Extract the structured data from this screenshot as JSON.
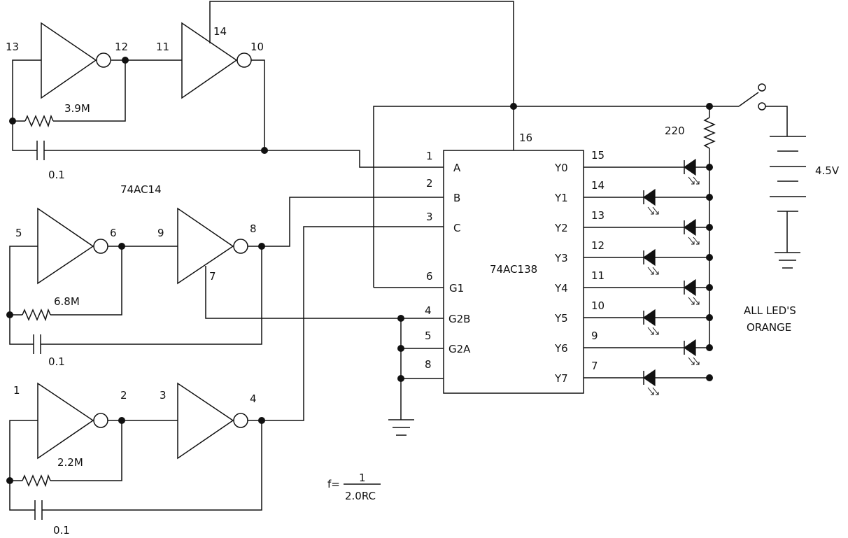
{
  "labels": {
    "p13": "13",
    "p12": "12",
    "p11": "11",
    "p14": "14",
    "p10": "10",
    "r1": "3.9M",
    "c1": "0.1",
    "ic1": "74AC14",
    "p5": "5",
    "p6": "6",
    "p9": "9",
    "p8": "8",
    "p7": "7",
    "r2": "6.8M",
    "c2": "0.1",
    "p1": "1",
    "p2": "2",
    "p3": "3",
    "p4": "4",
    "r3": "2.2M",
    "c3": "0.1",
    "formula_lhs": "f=",
    "formula_num": "1",
    "formula_den": "2.0RC",
    "ic2": "74AC138",
    "vcc_pin": "16",
    "pin_a": "1",
    "pin_b": "2",
    "pin_c": "3",
    "pin_g1": "6",
    "pin_g2b": "4",
    "pin_g2a": "5",
    "pin_gnd": "8",
    "in_a": "A",
    "in_b": "B",
    "in_c": "C",
    "in_g1": "G1",
    "in_g2b": "G2B",
    "in_g2a": "G2A",
    "out_pins": [
      "15",
      "14",
      "13",
      "12",
      "11",
      "10",
      "9",
      "7"
    ],
    "out_names": [
      "Y0",
      "Y1",
      "Y2",
      "Y3",
      "Y4",
      "Y5",
      "Y6",
      "Y7"
    ],
    "resistor": "220",
    "battery": "4.5V",
    "note_line1": "ALL LED'S",
    "note_line2": "ORANGE"
  }
}
